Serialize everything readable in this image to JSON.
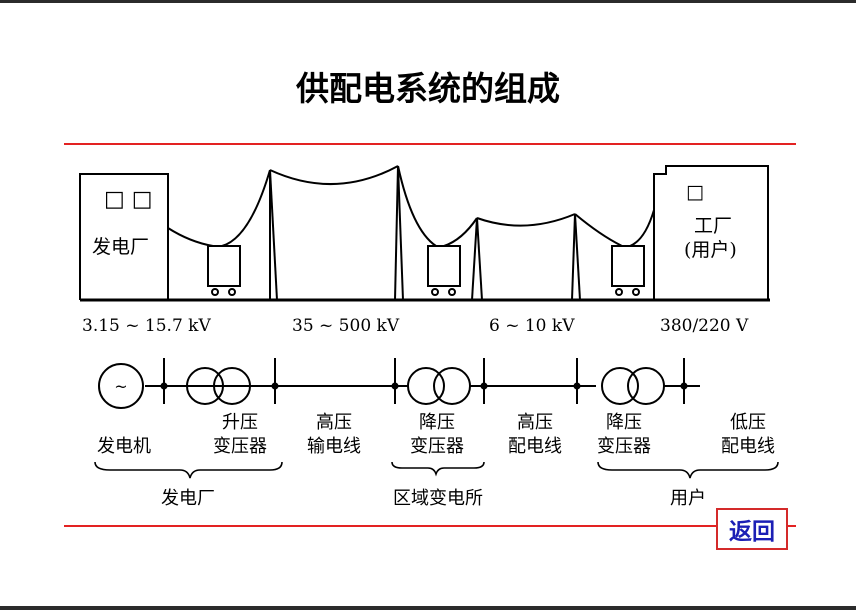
{
  "title": "供配电系统的组成",
  "top_diagram": {
    "power_plant_label": "发电厂",
    "power_plant_windows": "□ □",
    "factory_window": "□",
    "factory_label_line1": "工厂",
    "factory_label_line2": "(用户)",
    "voltages": [
      "3.15 ~ 15.7 kV",
      "35 ~ 500 kV",
      "6 ~ 10 kV",
      "380/220 V"
    ]
  },
  "single_line": {
    "generator_symbol": "~",
    "labels": {
      "generator": "发电机",
      "step_up_1": "升压",
      "step_up_2": "变压器",
      "hv_trans_1": "高压",
      "hv_trans_2": "输电线",
      "step_down_1": "降压",
      "step_down_2": "变压器",
      "hv_dist_1": "高压",
      "hv_dist_2": "配电线",
      "user_tf_1": "降压",
      "user_tf_2": "变压器",
      "lv_dist_1": "低压",
      "lv_dist_2": "配电线"
    },
    "groups": [
      "发电厂",
      "区域变电所",
      "用户"
    ]
  },
  "back_button": "返回",
  "colors": {
    "rule": "#e32222",
    "button_text": "#1b1fb5",
    "button_border": "#d42a2a"
  }
}
